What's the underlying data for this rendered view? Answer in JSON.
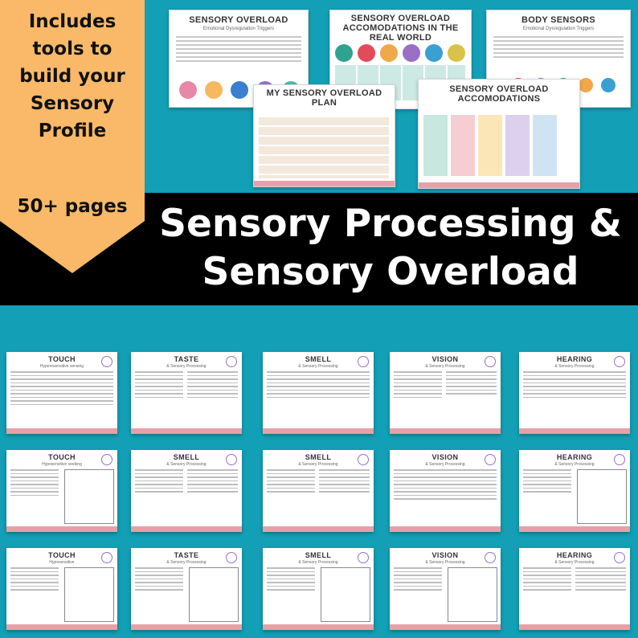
{
  "pennant": {
    "tools_lines": [
      "Includes",
      "tools to",
      "build your",
      "Sensory",
      "Profile"
    ],
    "pages": "50+ pages",
    "color": "#f9b968"
  },
  "banner": {
    "line1": "Sensory Processing &",
    "line2": "Sensory Overload"
  },
  "previews": [
    {
      "title": "SENSORY OVERLOAD",
      "subtitle": "Emotional Dysregulation Triggers"
    },
    {
      "title": "SENSORY OVERLOAD ACCOMODATIONS IN THE REAL WORLD",
      "subtitle": ""
    },
    {
      "title": "BODY SENSORS",
      "subtitle": "Emotional Dysregulation Triggers"
    },
    {
      "title": "MY SENSORY OVERLOAD PLAN",
      "subtitle": ""
    },
    {
      "title": "SENSORY OVERLOAD ACCOMODATIONS",
      "subtitle": ""
    }
  ],
  "cards": [
    {
      "title": "TOUCH",
      "subtitle": "Hyperesensitive sensing"
    },
    {
      "title": "TASTE",
      "subtitle": "& Sensory Processing"
    },
    {
      "title": "SMELL",
      "subtitle": "& Sensory Processing"
    },
    {
      "title": "VISION",
      "subtitle": "& Sensory Processing"
    },
    {
      "title": "HEARING",
      "subtitle": "& Sensory Processing"
    },
    {
      "title": "TOUCH",
      "subtitle": "Hyposensitive seeking"
    },
    {
      "title": "SMELL",
      "subtitle": "& Sensory Processing"
    },
    {
      "title": "SMELL",
      "subtitle": "& Sensory Processing"
    },
    {
      "title": "VISION",
      "subtitle": "& Sensory Processing"
    },
    {
      "title": "HEARING",
      "subtitle": "& Sensory Processing"
    },
    {
      "title": "TOUCH",
      "subtitle": "Hyposensitive"
    },
    {
      "title": "TASTE",
      "subtitle": "& Sensory Processing"
    },
    {
      "title": "SMELL",
      "subtitle": "& Sensory Processing"
    },
    {
      "title": "VISION",
      "subtitle": "& Sensory Processing"
    },
    {
      "title": "HEARING",
      "subtitle": "& Sensory Processing"
    }
  ],
  "colors": {
    "teal": "#139fb5",
    "banner": "#000000",
    "pennant": "#f9b968",
    "footer_pink": "#e8a0a8"
  }
}
